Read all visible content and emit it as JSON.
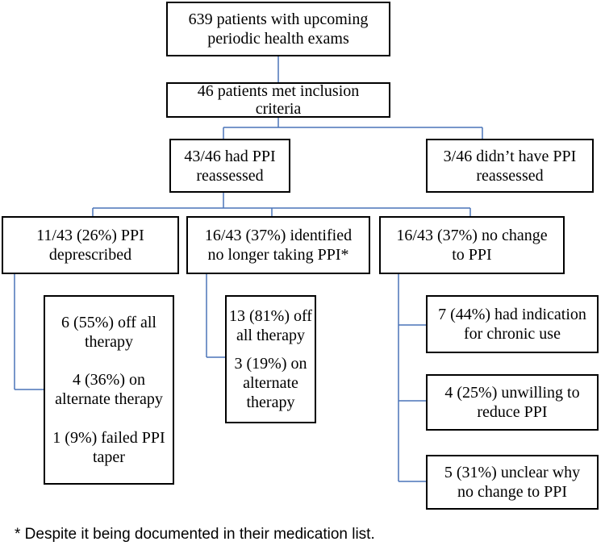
{
  "nodes": {
    "screened": [
      "639 patients with upcoming",
      "periodic health exams"
    ],
    "included": [
      "46 patients met inclusion",
      "criteria"
    ],
    "reassessed": [
      "43/46 had PPI",
      "reassessed"
    ],
    "not_reassessed": [
      "3/46 didn’t have PPI",
      "reassessed"
    ],
    "deprescribed": [
      "11/43 (26%) PPI",
      "deprescribed"
    ],
    "not_taking": [
      "16/43 (37%) identified",
      "no longer taking PPI*"
    ],
    "no_change": [
      "16/43 (37%) no change",
      "to PPI"
    ],
    "deprescribed_outcomes": [
      [
        "6 (55%) off all",
        "therapy"
      ],
      [
        "4 (36%) on",
        "alternate therapy"
      ],
      [
        "1 (9%) failed PPI",
        "taper"
      ]
    ],
    "not_taking_outcomes": [
      [
        "13 (81%) off",
        "all therapy"
      ],
      [
        "3 (19%) on",
        "alternate",
        "therapy"
      ]
    ],
    "no_change_reasons": [
      [
        "7 (44%) had indication",
        "for chronic use"
      ],
      [
        "4 (25%) unwilling to",
        "reduce PPI"
      ],
      [
        "5 (31%) unclear why",
        "no change to PPI"
      ]
    ]
  },
  "footnote": "* Despite it being documented in their medication list.",
  "colors": {
    "connector": "#4a74b8",
    "border": "#000000"
  }
}
